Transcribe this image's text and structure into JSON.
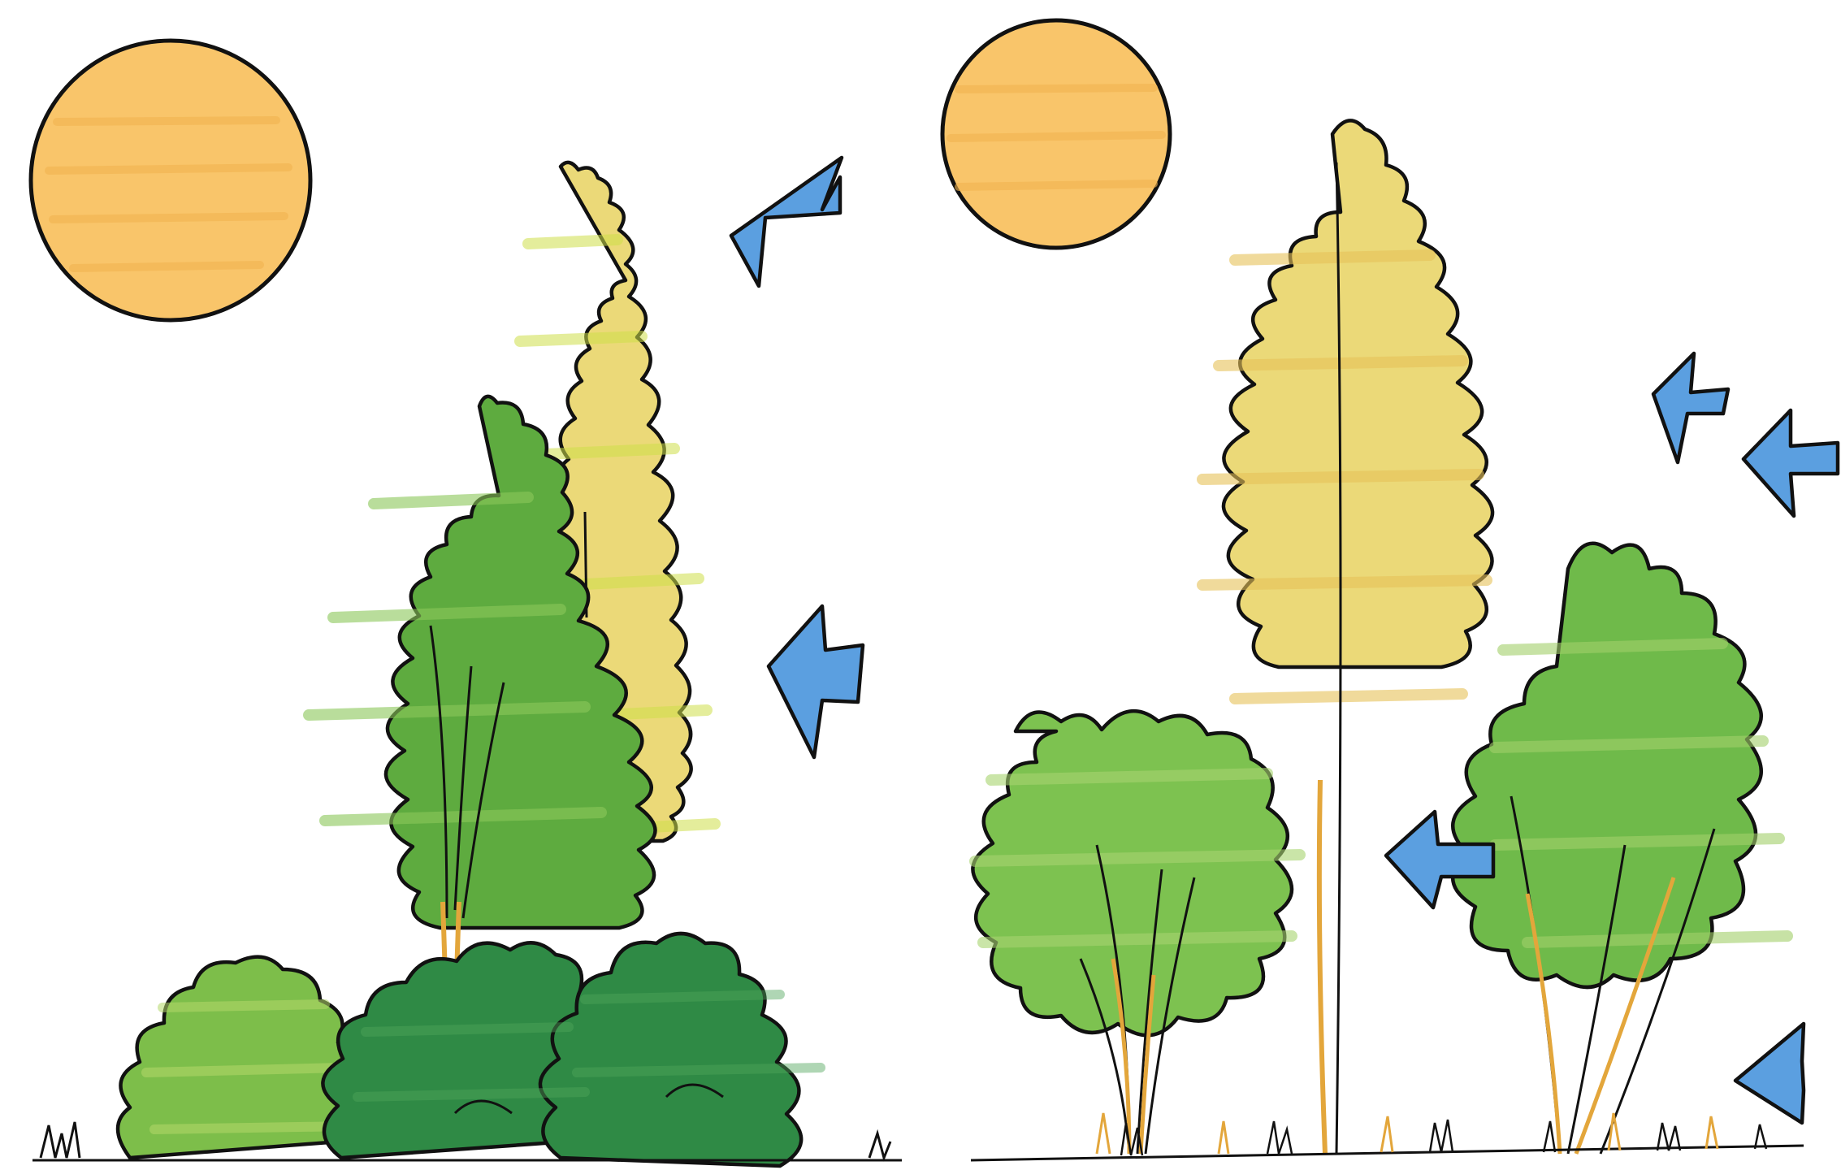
{
  "illustration": {
    "panels": [
      {
        "name": "left",
        "sun_color": "#F9C56A",
        "trees": [
          "tall-yellow-conifer",
          "green-deciduous-tree"
        ],
        "shrubs": [
          "light-green-shrub",
          "dark-green-shrub",
          "dark-green-shrub"
        ],
        "wind_arrows": 2
      },
      {
        "name": "right",
        "sun_color": "#F9C56A",
        "trees": [
          "tall-yellow-conifer",
          "green-deciduous-tree",
          "green-deciduous-tree"
        ],
        "wind_arrows": 4
      }
    ],
    "colors": {
      "sun": "#F9C56A",
      "yellow_tree": "#EBD978",
      "yellow_accent": "#CFE04A",
      "green_tree": "#5EAB3F",
      "green_light": "#8CC85A",
      "dark_shrub": "#2F8A45",
      "arrow": "#5B9FE0",
      "trunk": "#E3A63B",
      "outline": "#111111"
    },
    "icon_names": [
      "sun-icon",
      "wind-arrow-icon",
      "tree-icon",
      "shrub-icon",
      "grass-icon"
    ]
  }
}
